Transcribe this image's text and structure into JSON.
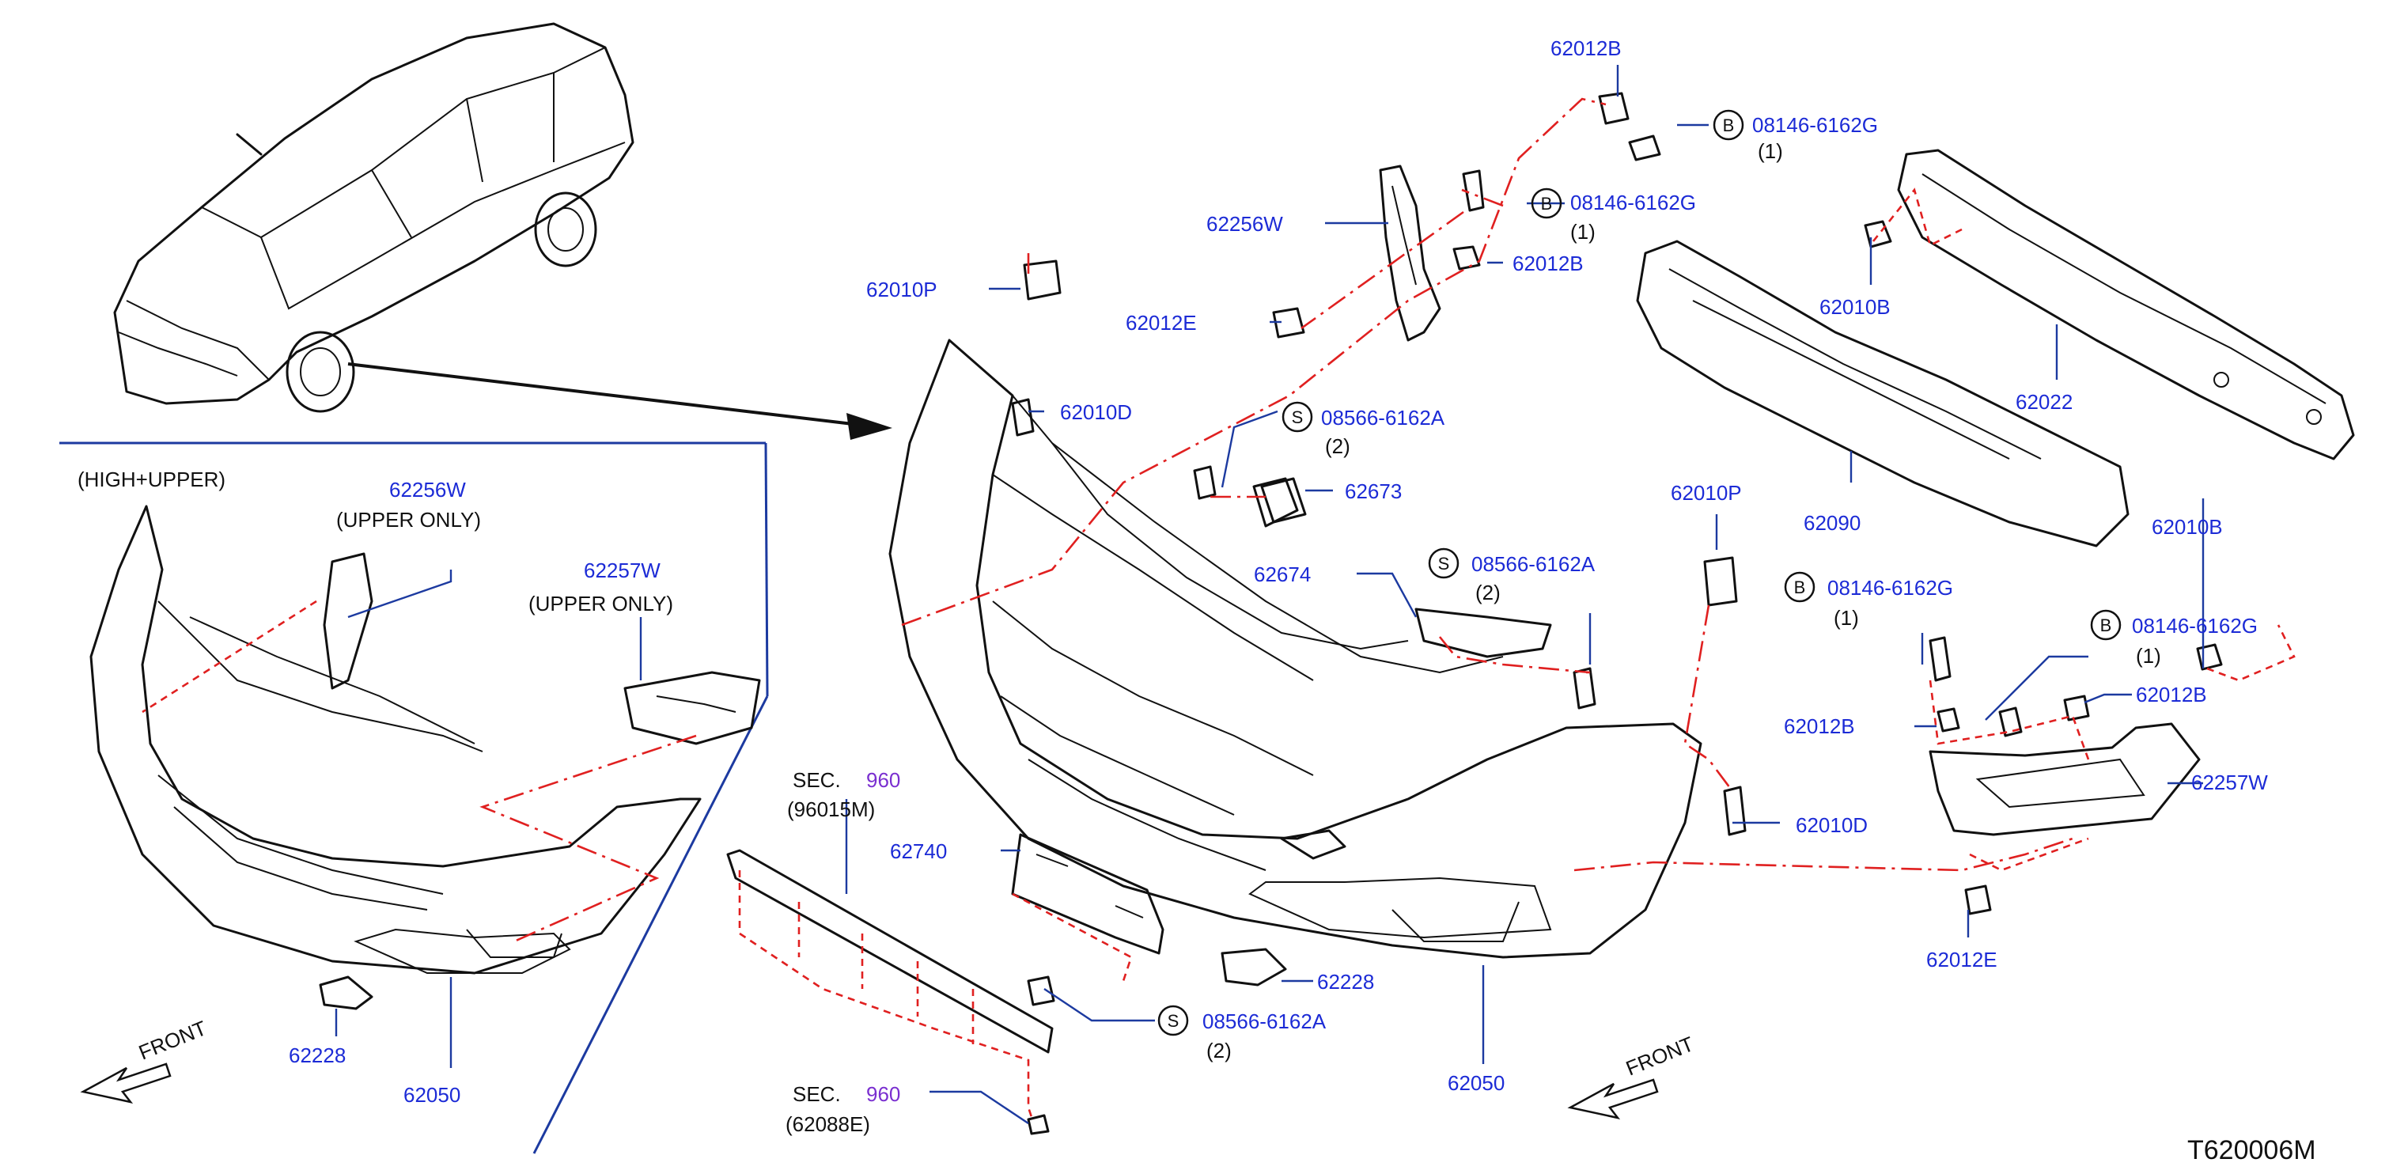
{
  "diagram_id": "T620006M",
  "variant_note": "(HIGH+UPPER)",
  "upper_only": "(UPPER   ONLY)",
  "front": "FRONT",
  "sec": "SEC.",
  "sec_num": "960",
  "sec_ref1": "(96015M)",
  "sec_ref2": "(62088E)",
  "circle_b": "B",
  "circle_s": "S",
  "qty1": "(1)",
  "qty2": "(2)",
  "colors": {
    "label": "#1c2bd6",
    "leader": "#1c3aa0",
    "dashed_line": "#e02020",
    "section_number": "#7a2fd0"
  },
  "parts": {
    "p62012B": "62012B",
    "p08146": "08146-6162G",
    "p62256W": "62256W",
    "p62010P": "62010P",
    "p62012E": "62012E",
    "p62010D": "62010D",
    "p08566": "08566-6162A",
    "p62673": "62673",
    "p62010B": "62010B",
    "p62022": "62022",
    "p62090": "62090",
    "p62674": "62674",
    "p62257W": "62257W",
    "p62740": "62740",
    "p62228": "62228",
    "p62050": "62050"
  }
}
